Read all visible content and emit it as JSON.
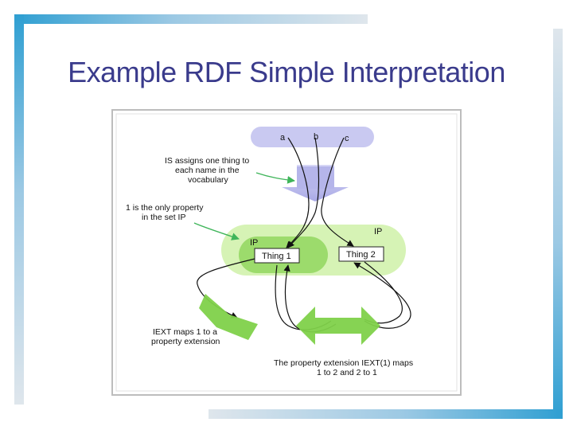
{
  "slide": {
    "title": "Example RDF Simple Interpretation"
  },
  "diagram": {
    "vocabulary_names": [
      "a",
      "b",
      "c"
    ],
    "ip_inner_label": "IP",
    "ip_outer_label": "IP",
    "thing1": "Thing 1",
    "thing2": "Thing 2",
    "annotation_is": [
      "IS assigns one thing to",
      "each name in the",
      "vocabulary"
    ],
    "annotation_property": [
      "1 is the only property",
      "in the set IP"
    ],
    "annotation_iext": [
      "IEXT maps 1 to a",
      "property extension"
    ],
    "annotation_extension": [
      "The property extension IEXT(1) maps",
      "1 to 2 and 2 to 1"
    ],
    "colors": {
      "title": "#3a3b8c",
      "vocab": "#c9c9f1",
      "ip_outer": "#d6f3b5",
      "ip_inner": "#9cdb6c",
      "arrow_green": "#7fd14a",
      "pointer_green": "#3fb55a"
    }
  }
}
